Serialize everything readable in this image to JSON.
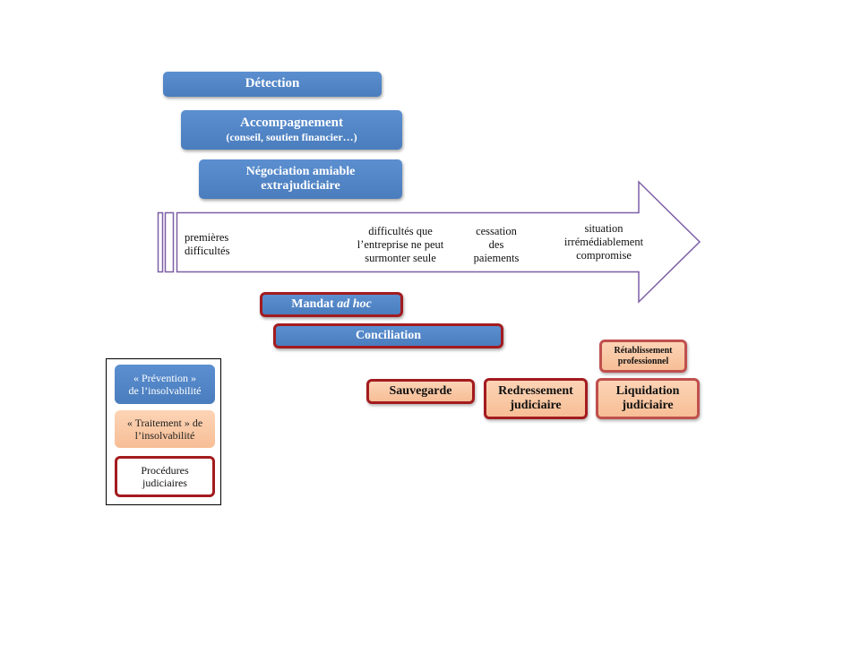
{
  "prevention_boxes": {
    "detection": "Détection",
    "accompagnement": {
      "title": "Accompagnement",
      "subtitle": "(conseil, soutien financier…)"
    },
    "negociation": {
      "line1": "Négociation amiable",
      "line2": "extrajudiciaire"
    }
  },
  "timeline": {
    "stage1": {
      "line1": "premières",
      "line2": "difficultés"
    },
    "stage2": {
      "line1": "difficultés que",
      "line2": "l’entreprise ne peut",
      "line3": "surmonter seule"
    },
    "stage3": {
      "line1": "cessation",
      "line2": "des",
      "line3": "paiements"
    },
    "stage4": {
      "line1": "situation",
      "line2": "irrémédiablement",
      "line3": "compromise"
    }
  },
  "procedures": {
    "mandat": {
      "text": "Mandat ",
      "italic": "ad hoc"
    },
    "conciliation": "Conciliation",
    "sauvegarde": "Sauvegarde",
    "redressement": {
      "line1": "Redressement",
      "line2": "judiciaire"
    },
    "retablissement": {
      "line1": "Rétablissement",
      "line2": "professionnel"
    },
    "liquidation": {
      "line1": "Liquidation",
      "line2": "judiciaire"
    }
  },
  "legend": {
    "prevention": {
      "line1": "« Prévention »",
      "line2": "de l’insolvabilité"
    },
    "traitement": {
      "line1": "« Traitement » de",
      "line2": "l’insolvabilité"
    },
    "judiciaires": {
      "line1": "Procédures",
      "line2": "judiciaires"
    }
  },
  "colors": {
    "prevention_blue": "#4f81bd",
    "traitement_peach": "#fac8a6",
    "judicial_border": "#a31b1f",
    "arrow_outline": "#7d5fa6"
  }
}
